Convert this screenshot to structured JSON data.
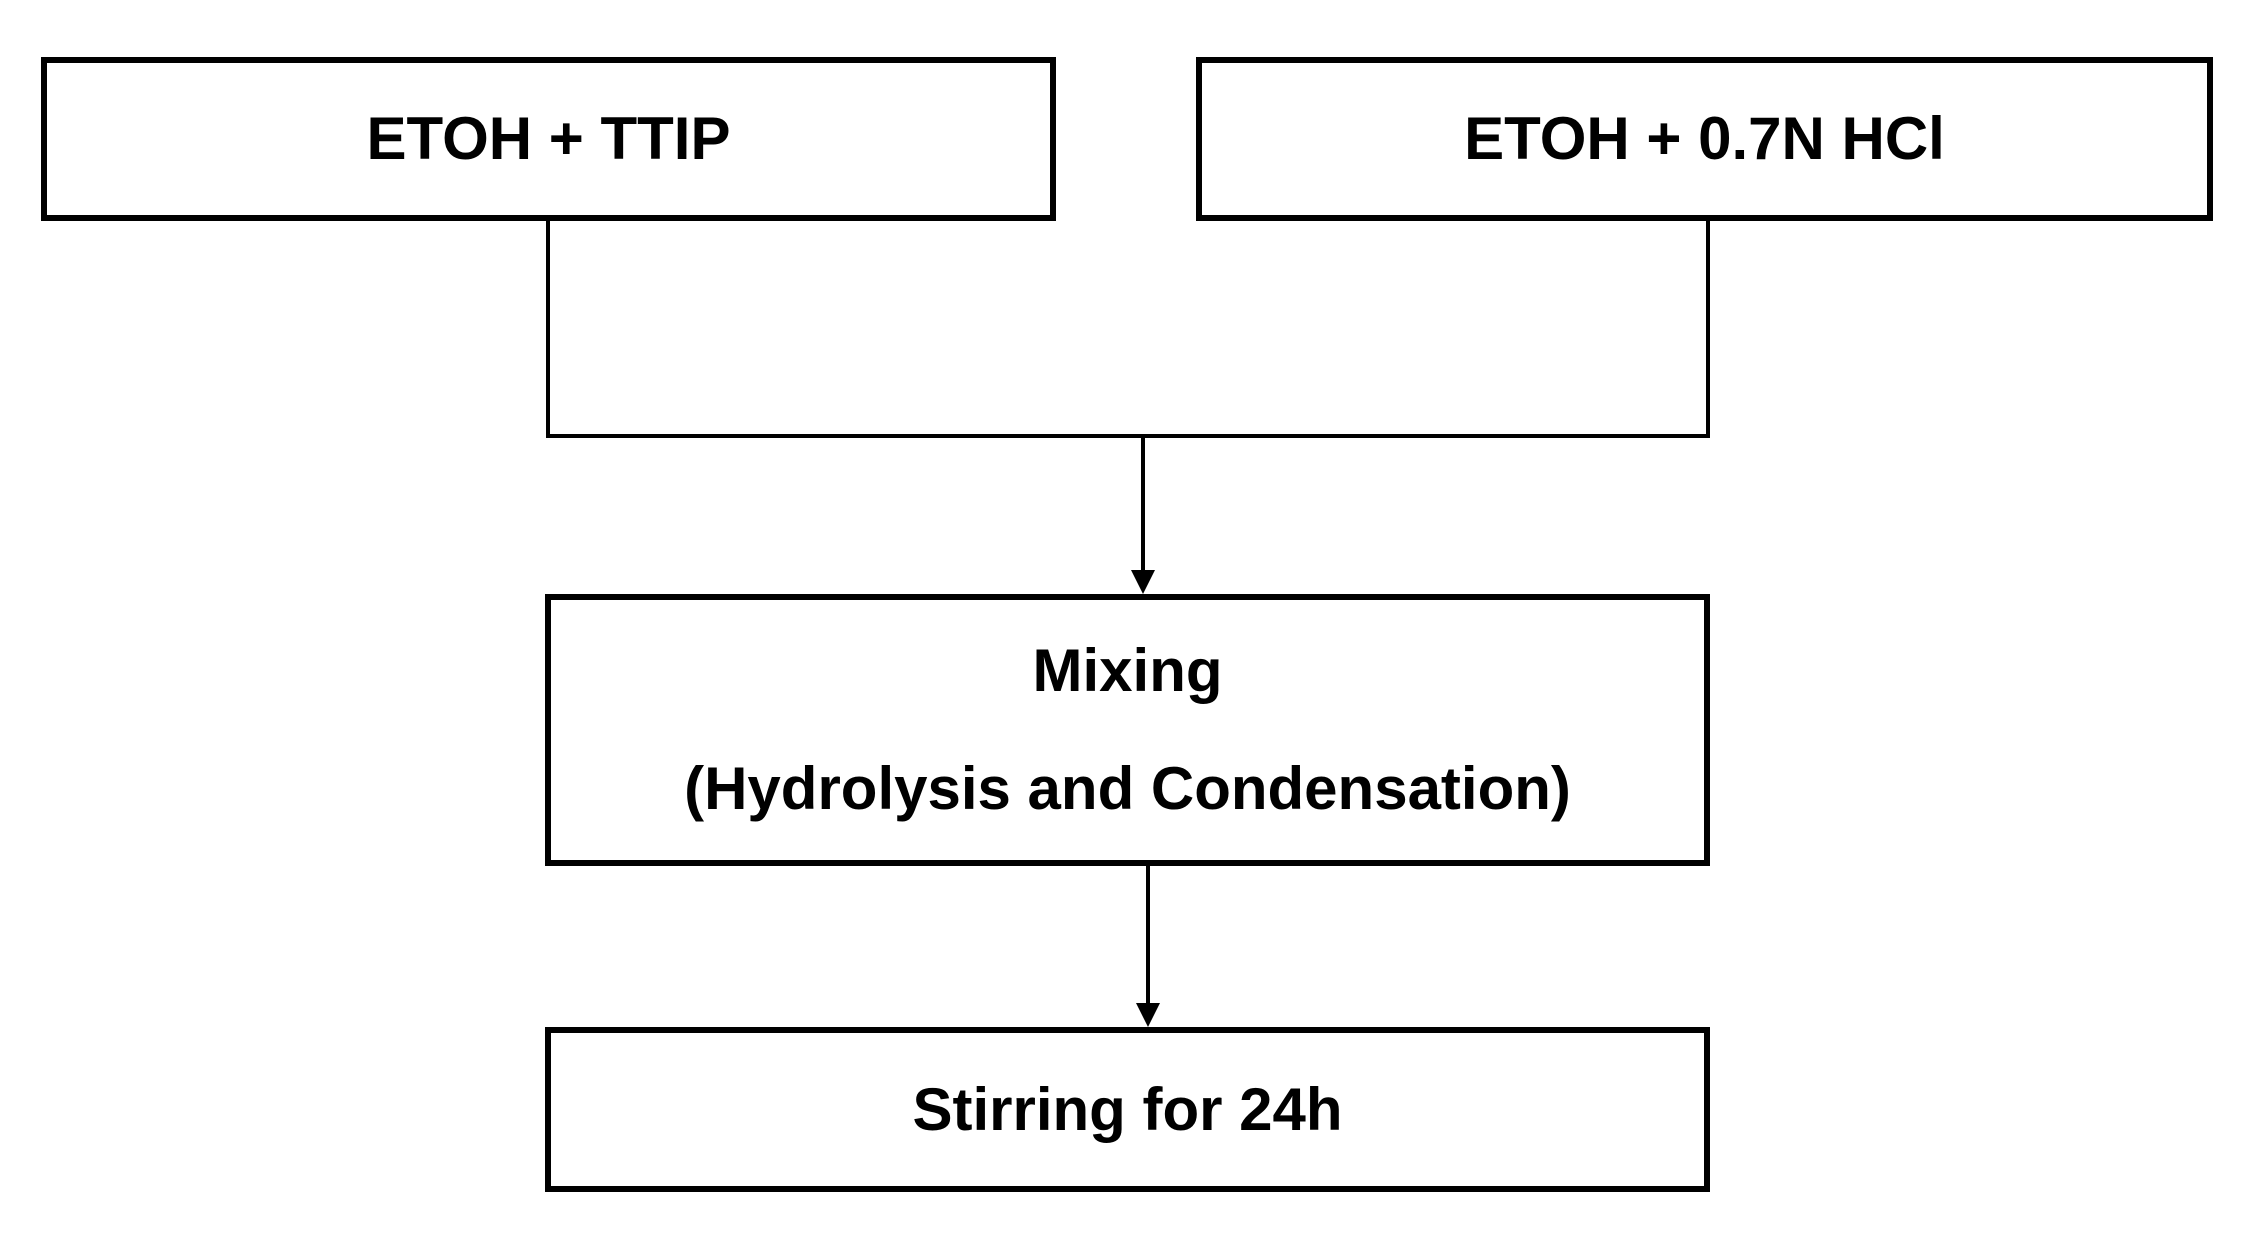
{
  "diagram": {
    "nodes": {
      "etoh_ttip": {
        "label": "ETOH + TTIP"
      },
      "etoh_hcl": {
        "label": "ETOH + 0.7N HCl"
      },
      "mixing": {
        "label": "Mixing",
        "sublabel": "(Hydrolysis and Condensation)"
      },
      "stirring": {
        "label": "Stirring for 24h"
      }
    },
    "edges": [
      {
        "from": "etoh_ttip",
        "to": "mixing"
      },
      {
        "from": "etoh_hcl",
        "to": "mixing"
      },
      {
        "from": "mixing",
        "to": "stirring"
      }
    ],
    "colors": {
      "stroke": "#000000",
      "background": "#ffffff"
    }
  }
}
